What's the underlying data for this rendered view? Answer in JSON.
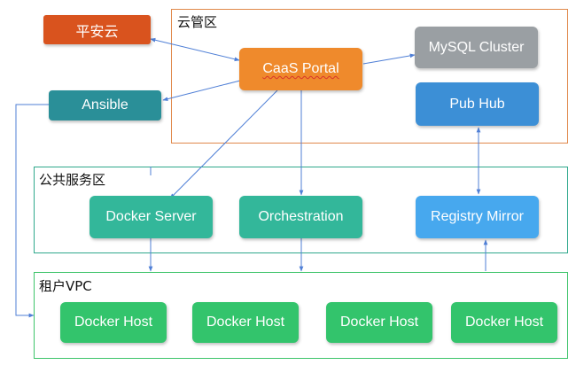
{
  "zones": {
    "cloud_mgmt": "云管区",
    "public_service": "公共服务区",
    "tenant_vpc": "租户VPC"
  },
  "nodes": {
    "pingan_cloud": "平安云",
    "caas_portal": "CaaS Portal",
    "ansible": "Ansible",
    "mysql_cluster": "MySQL Cluster",
    "pub_hub": "Pub Hub",
    "docker_server": "Docker Server",
    "orchestration": "Orchestration",
    "registry_mirror": "Registry Mirror",
    "docker_hosts": [
      "Docker Host",
      "Docker Host",
      "Docker Host",
      "Docker Host"
    ]
  },
  "colors": {
    "cloud_zone_border": "#e0884a",
    "service_zone_border": "#2fa88c",
    "vpc_zone_border": "#3ec46a",
    "pingan": "#d9531e",
    "caas": "#ef8a2c",
    "ansible": "#2a8f98",
    "mysql": "#9a9fa3",
    "pubhub": "#3c8fd6",
    "service_teal": "#33b79a",
    "registry_blue": "#47a8ee",
    "docker_host_green": "#33c46c",
    "arrow": "#4f7fd6"
  }
}
